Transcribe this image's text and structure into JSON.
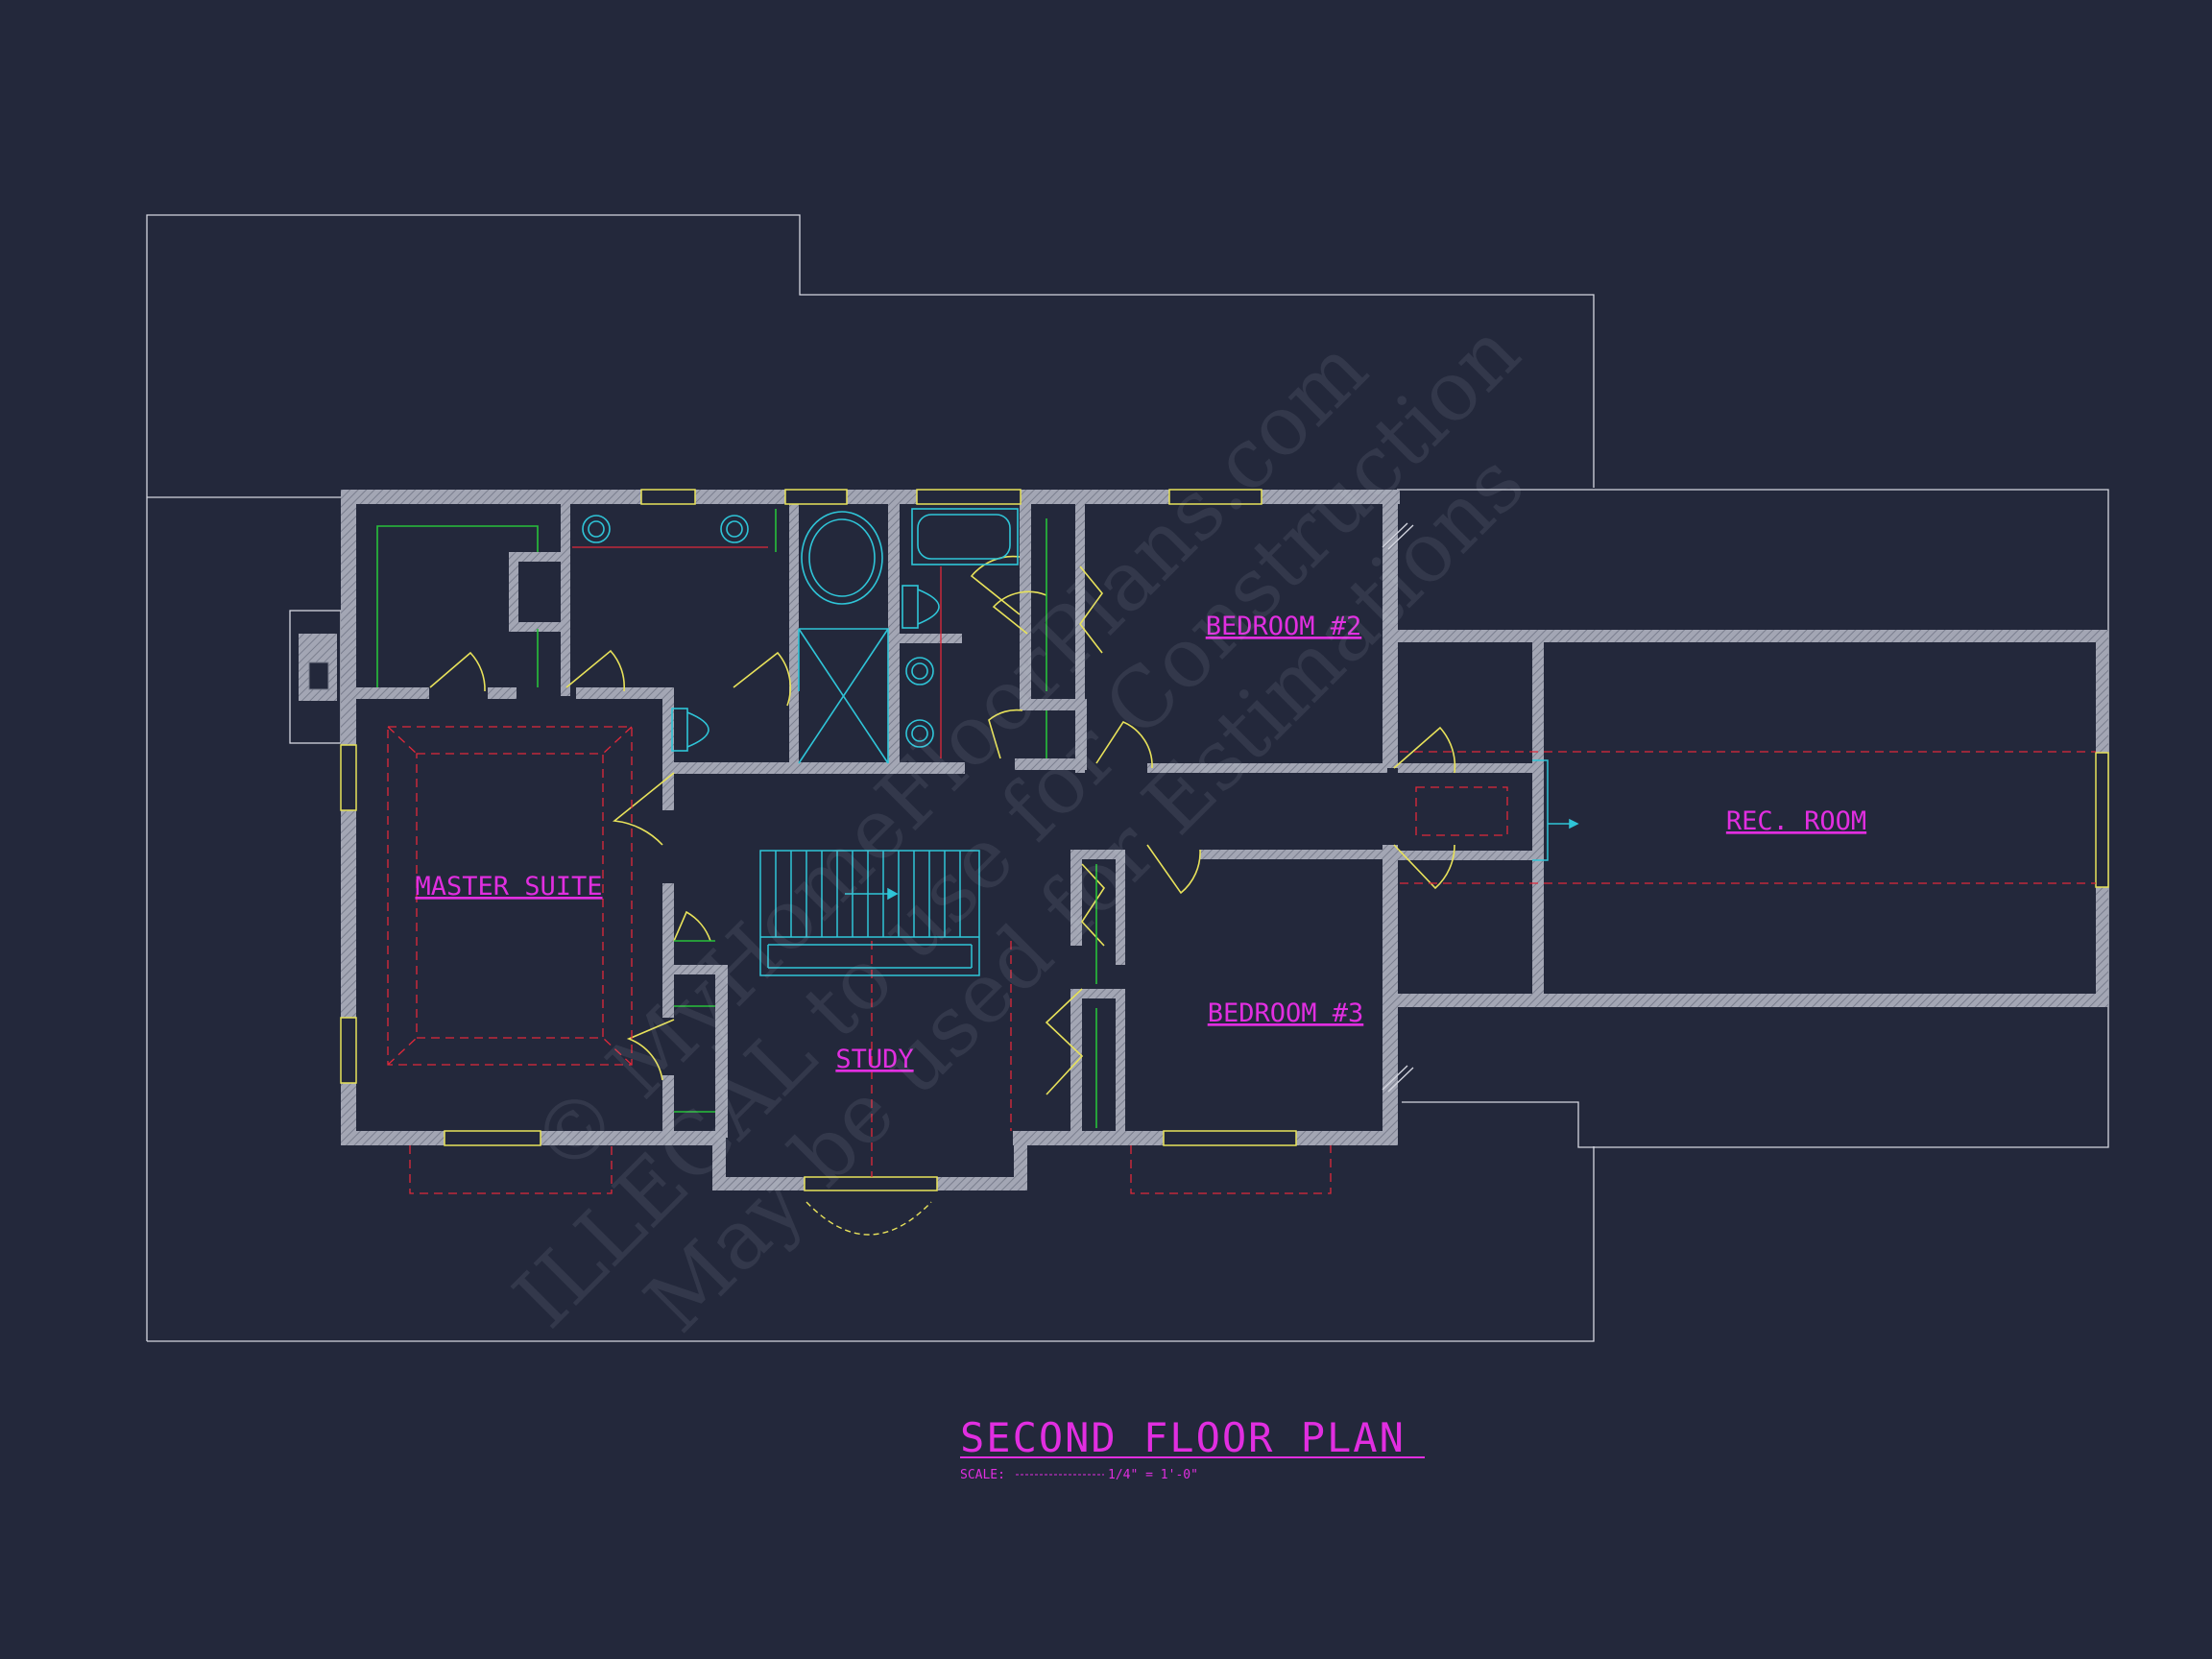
{
  "title": "SECOND FLOOR PLAN",
  "scale_label": "SCALE:",
  "scale_value": "1/4\" = 1'-0\"",
  "rooms": {
    "master_suite": "MASTER SUITE",
    "bedroom_2": "BEDROOM #2",
    "bedroom_3": "BEDROOM #3",
    "study": "STUDY",
    "rec_room": "REC. ROOM"
  },
  "watermark": {
    "line1": "© MyHomeFloorPlans.com",
    "line2": "ILLEGAL to use for Construction",
    "line3": "May be used for Estimations"
  },
  "colors": {
    "background": "#23283b",
    "wall": "#a3a6b4",
    "roof_line": "#d4d6e0",
    "label": "#e12ee0",
    "door": "#e8e25a",
    "fixture": "#2fc5d8",
    "cabinet": "#27c03a",
    "dashed": "#e0283a"
  }
}
